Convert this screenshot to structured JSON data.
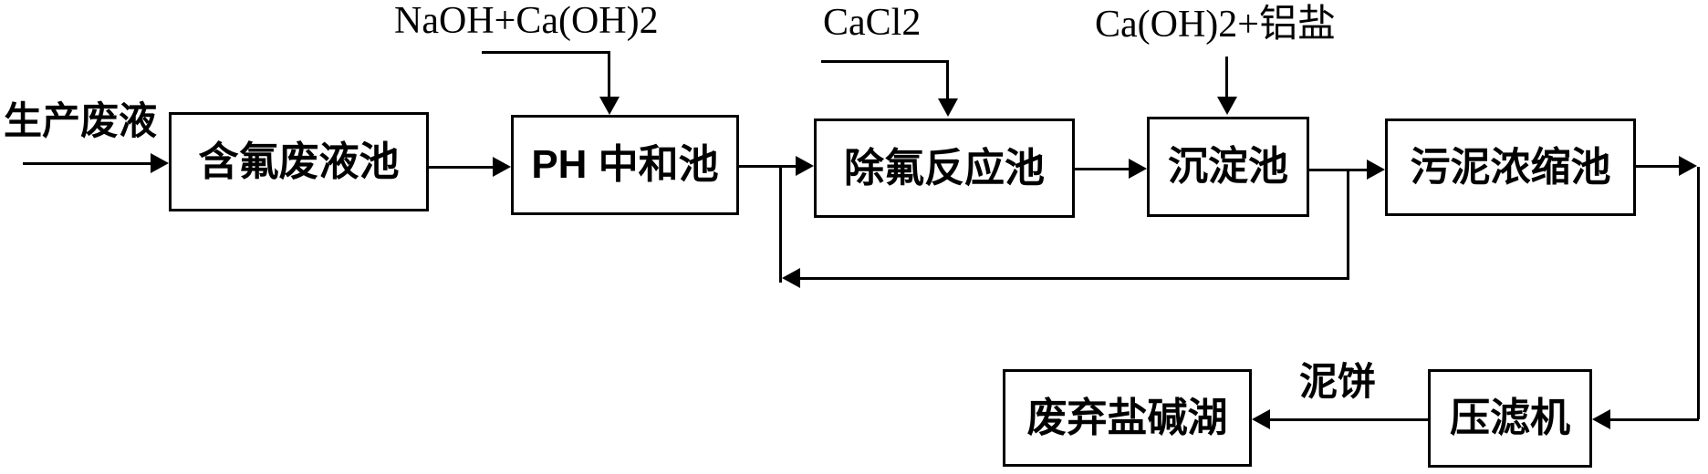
{
  "diagram": {
    "title_hint": "含氟废液处理工艺流程图",
    "colors": {
      "line": "#000000",
      "background": "#ffffff",
      "box_fill": "#ffffff",
      "text": "#000000"
    },
    "nodes": [
      {
        "id": "fluoride-waste-pool",
        "label": "含氟废液池"
      },
      {
        "id": "ph-neutralization-pool",
        "label": "PH 中和池"
      },
      {
        "id": "fluoride-removal-reaction-pool",
        "label": "除氟反应池"
      },
      {
        "id": "sedimentation-pool",
        "label": "沉淀池"
      },
      {
        "id": "sludge-thickening-pool",
        "label": "污泥浓缩池"
      },
      {
        "id": "abandoned-salt-alkali-lake",
        "label": "废弃盐碱湖"
      },
      {
        "id": "filter-press",
        "label": "压滤机"
      }
    ],
    "annotations": [
      {
        "id": "input-stream",
        "label": "生产废液"
      },
      {
        "id": "naoh-lime-dosing",
        "label": "NaOH+Ca(OH)2"
      },
      {
        "id": "cacl2-dosing",
        "label": "CaCl2"
      },
      {
        "id": "lime-aluminum-dosing",
        "label": "Ca(OH)2+铝盐"
      },
      {
        "id": "mud-cake",
        "label": "泥饼"
      }
    ]
  }
}
